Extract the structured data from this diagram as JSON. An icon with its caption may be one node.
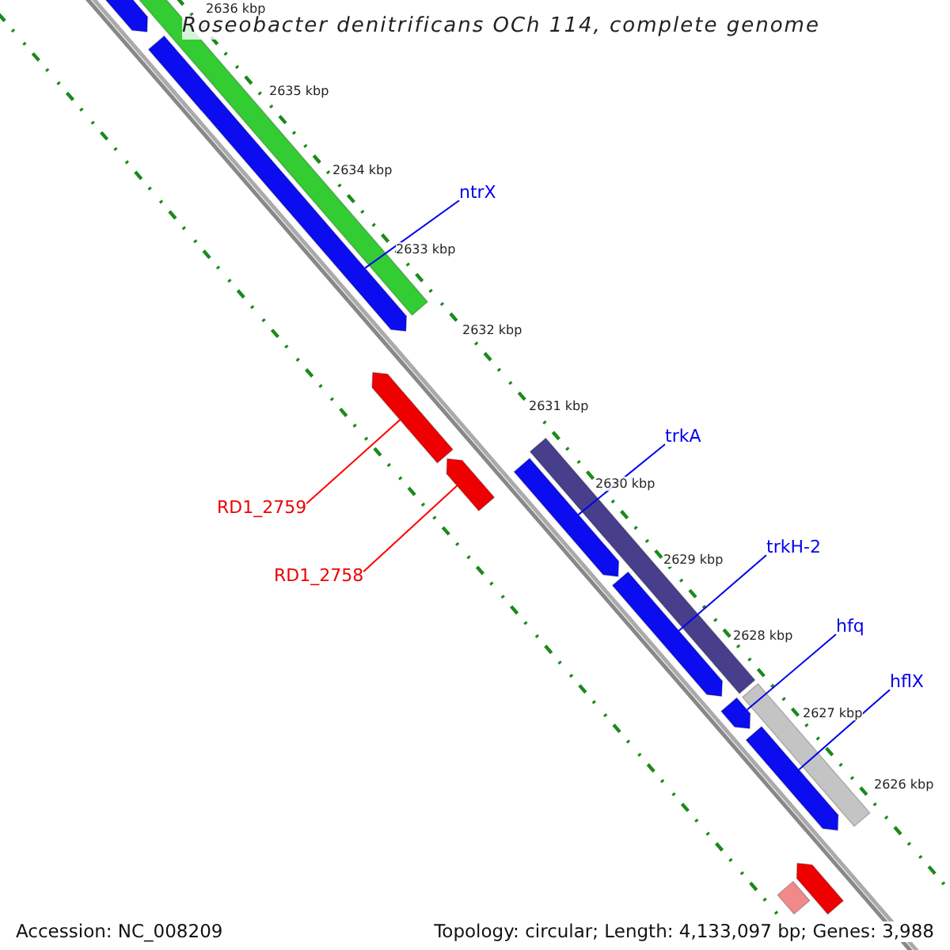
{
  "diagram": {
    "title": "Roseobacter denitrificans OCh 114, complete genome",
    "nodes": [
      {
        "text": [],
        "shape": "arrow"
      },
      {
        "text": [],
        "shape": "bar"
      },
      {
        "text": [
          "ntrX"
        ]
      },
      {
        "text": [],
        "shape": "arrow"
      },
      {
        "text": [
          "RD1_2759"
        ]
      },
      {
        "text": [],
        "shape": "arrow"
      },
      {
        "text": [
          "RD1_2758"
        ]
      },
      {
        "text": [],
        "shape": "arrow"
      },
      {
        "text": [],
        "shape": "bar"
      },
      {
        "text": [
          "trkA"
        ]
      },
      {
        "text": [],
        "shape": "arrow"
      },
      {
        "text": [
          "trkH-2"
        ]
      },
      {
        "text": [],
        "shape": "arrow"
      },
      {
        "text": [
          "hfq"
        ]
      },
      {
        "text": [],
        "shape": "arrow"
      },
      {
        "text": [],
        "shape": "bar"
      },
      {
        "text": [
          "hflX"
        ]
      },
      {
        "text": [],
        "shape": "arrow"
      },
      {
        "text": [],
        "shape": "arrow"
      },
      {
        "text": [],
        "shape": "bar"
      }
    ],
    "edges": [
      {
        "from": 2,
        "to": 3,
        "arrow": "none"
      },
      {
        "from": 4,
        "to": 5,
        "arrow": "none",
        "color": "#ff0000"
      },
      {
        "from": 6,
        "to": 7,
        "arrow": "none",
        "color": "#ff0000"
      },
      {
        "from": 9,
        "to": 10,
        "arrow": "none"
      },
      {
        "from": 11,
        "to": 12,
        "arrow": "none"
      },
      {
        "from": 13,
        "to": 14,
        "arrow": "none"
      },
      {
        "from": 16,
        "to": 17,
        "arrow": "none"
      }
    ],
    "labels": [
      "2636 kbp",
      "2635 kbp",
      "2634 kbp",
      "2633 kbp",
      "2632 kbp",
      "2631 kbp",
      "2630 kbp",
      "2629 kbp",
      "2628 kbp",
      "2627 kbp",
      "2626 kbp",
      "Accession: NC_008209",
      "Topology: circular; Length: 4,133,097 bp; Genes: 3,988"
    ]
  }
}
